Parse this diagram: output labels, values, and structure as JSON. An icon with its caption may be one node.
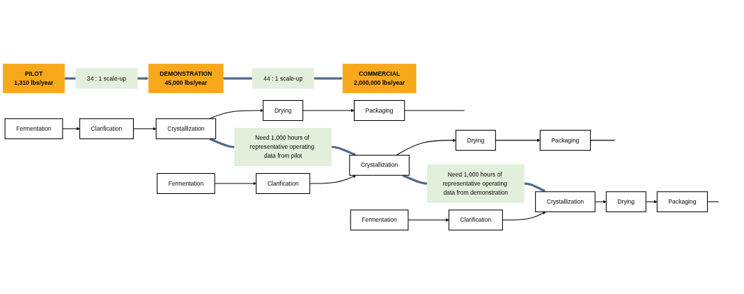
{
  "diagram": {
    "nodes": [
      {
        "text": [
          "PILOT",
          "1,310 lbs/year"
        ]
      },
      {
        "text": [
          "34 : 1 scale-up"
        ]
      },
      {
        "text": [
          "DEMONSTRATION",
          "45,000 lbs/year"
        ]
      },
      {
        "text": [
          "44 : 1 scale-up"
        ]
      },
      {
        "text": [
          "COMMERCIAL",
          "2,000,000 lbs/year"
        ]
      },
      {
        "text": [
          "Fermentation"
        ]
      },
      {
        "text": [
          "Clarification"
        ]
      },
      {
        "text": [
          "Crystallization"
        ]
      },
      {
        "text": [
          "Drying"
        ]
      },
      {
        "text": [
          "Packaging"
        ]
      },
      {
        "text": [
          "Need 1,000 hours of representative operating data from pilot"
        ]
      },
      {
        "text": [
          "Fermentation"
        ]
      },
      {
        "text": [
          "Clarification"
        ]
      },
      {
        "text": [
          "Crystallization"
        ]
      },
      {
        "text": [
          "Drying"
        ]
      },
      {
        "text": [
          "Packaging"
        ]
      },
      {
        "text": [
          "Need 1,000 hours of representative operating data from demonstration"
        ]
      },
      {
        "text": [
          "Fermentation"
        ]
      },
      {
        "text": [
          "Clarification"
        ]
      },
      {
        "text": [
          "Crystallization"
        ]
      },
      {
        "text": [
          "Drying"
        ]
      },
      {
        "text": [
          "Packaging"
        ]
      }
    ],
    "edges": [
      {
        "from": 5,
        "to": 6,
        "arrow": "to"
      },
      {
        "from": 6,
        "to": 7,
        "arrow": "to"
      },
      {
        "from": 7,
        "to": 8,
        "arrow": "to"
      },
      {
        "from": 8,
        "to": 9,
        "arrow": "to"
      },
      {
        "from": 9,
        "to": null,
        "arrow": "none"
      },
      {
        "from": 0,
        "to": 1,
        "arrow": "none",
        "style": "thick",
        "color": "#4f6a8d"
      },
      {
        "from": 1,
        "to": 2,
        "arrow": "to",
        "style": "thick",
        "color": "#4f6a8d"
      },
      {
        "from": 7,
        "to": 10,
        "arrow": "none",
        "style": "thick",
        "color": "#4f6a8d"
      },
      {
        "from": 10,
        "to": 13,
        "arrow": "to",
        "style": "thick",
        "color": "#4f6a8d"
      },
      {
        "from": 11,
        "to": 12,
        "arrow": "to"
      },
      {
        "from": 12,
        "to": 13,
        "arrow": "to"
      },
      {
        "from": 13,
        "to": 14,
        "arrow": "to"
      },
      {
        "from": 14,
        "to": 15,
        "arrow": "to"
      },
      {
        "from": 15,
        "to": null,
        "arrow": "none"
      },
      {
        "from": 2,
        "to": 3,
        "arrow": "none",
        "style": "thick",
        "color": "#4f6a8d"
      },
      {
        "from": 3,
        "to": 4,
        "arrow": "to",
        "style": "thick",
        "color": "#4f6a8d"
      },
      {
        "from": 13,
        "to": 16,
        "arrow": "none",
        "style": "thick",
        "color": "#4f6a8d"
      },
      {
        "from": 16,
        "to": 19,
        "arrow": "to",
        "style": "thick",
        "color": "#4f6a8d"
      },
      {
        "from": 17,
        "to": 18,
        "arrow": "to"
      },
      {
        "from": 18,
        "to": 19,
        "arrow": "to"
      },
      {
        "from": 19,
        "to": 20,
        "arrow": "to"
      },
      {
        "from": 20,
        "to": 21,
        "arrow": "to"
      },
      {
        "from": 21,
        "to": null,
        "arrow": "none"
      }
    ]
  }
}
